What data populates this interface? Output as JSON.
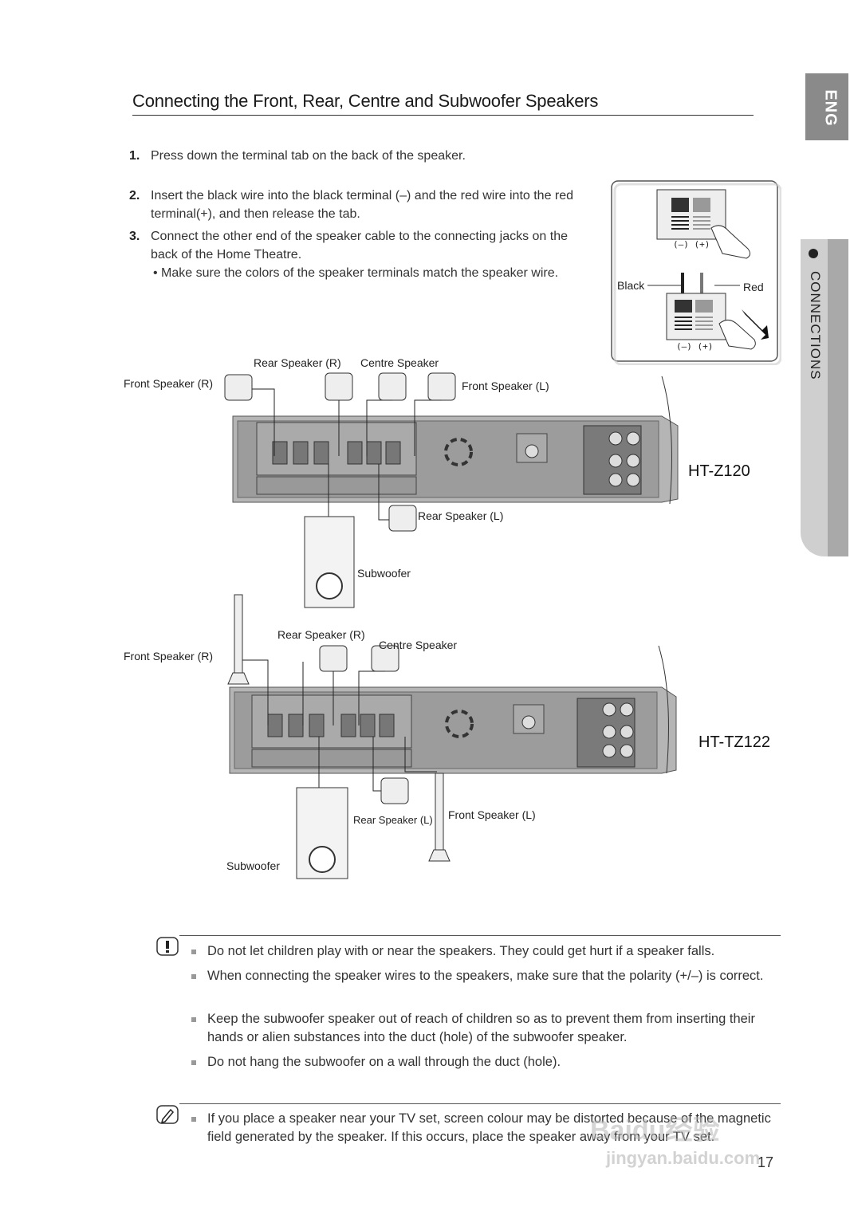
{
  "header": {
    "title": "Connecting the Front, Rear, Centre and Subwoofer Speakers"
  },
  "side_tabs": {
    "language": "ENG",
    "section": "CONNECTIONS"
  },
  "steps": [
    {
      "num": "1.",
      "text": "Press down the terminal tab on the back of the speaker."
    },
    {
      "num": "2.",
      "text": "Insert the black wire into the black terminal (–) and the red wire into the red terminal(+), and then release the tab."
    },
    {
      "num": "3.",
      "text": "Connect the other end of the speaker cable to the connecting jacks on the back of the Home Theatre."
    }
  ],
  "bullet": "• Make sure the colors of the speaker terminals match the speaker wire.",
  "terminal_figure": {
    "polarity": "(–) (+)",
    "black_label": "Black",
    "red_label": "Red"
  },
  "diagram1": {
    "model": "HT-Z120",
    "labels": {
      "front_r": "Front Speaker (R)",
      "rear_r": "Rear Speaker (R)",
      "centre": "Centre Speaker",
      "front_l": "Front Speaker (L)",
      "rear_l": "Rear Speaker (L)",
      "subwoofer": "Subwoofer"
    }
  },
  "diagram2": {
    "model": "HT-TZ122",
    "labels": {
      "front_r": "Front Speaker (R)",
      "rear_r": "Rear Speaker (R)",
      "centre": "Centre Speaker",
      "front_l": "Front Speaker (L)",
      "rear_l": "Rear Speaker (L)",
      "subwoofer": "Subwoofer"
    }
  },
  "cautions": [
    "Do not let children play with or near the speakers. They could get hurt if a speaker falls.",
    "When connecting the speaker wires to the speakers, make sure that the polarity (+/–) is correct.",
    "Keep the subwoofer speaker out of reach of children so as to prevent them from inserting their hands or alien substances into the duct (hole) of the subwoofer speaker.",
    "Do not hang the subwoofer on a wall through the duct (hole)."
  ],
  "notes": [
    "If you place a speaker near your TV set, screen colour may be distorted because of the magnetic field generated by the speaker. If this occurs, place the speaker away from your TV set."
  ],
  "page_number": "17",
  "watermark": {
    "brand": "Baidu经验",
    "url": "jingyan.baidu.com"
  }
}
